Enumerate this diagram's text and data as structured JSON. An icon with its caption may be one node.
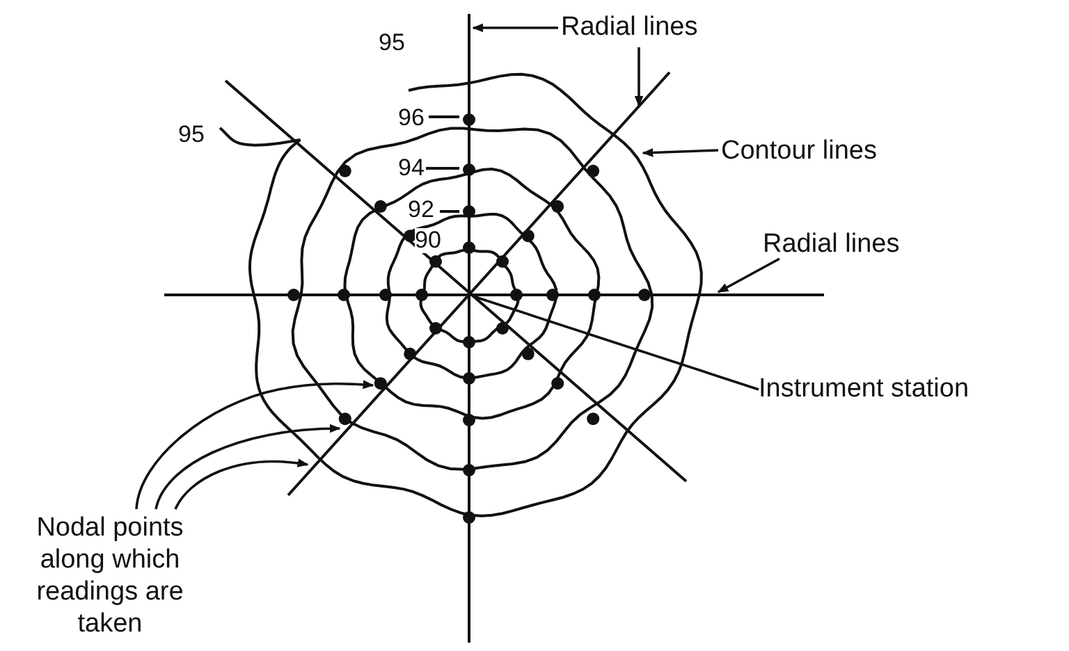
{
  "diagram": {
    "nodes": [
      {
        "text": [
          "Radial lines"
        ]
      },
      {
        "text": [
          "Contour lines"
        ]
      },
      {
        "text": [
          "Radial lines"
        ]
      },
      {
        "text": [
          "Instrument station"
        ]
      },
      {
        "text": [
          "Nodal points along which readings are taken"
        ]
      }
    ],
    "edges": [
      {
        "from": 0,
        "to": null,
        "arrow": "to"
      },
      {
        "from": 0,
        "to": null,
        "arrow": "to"
      },
      {
        "from": 1,
        "to": null,
        "arrow": "to"
      },
      {
        "from": 2,
        "to": null,
        "arrow": "to"
      },
      {
        "from": 3,
        "to": null,
        "arrow": "none"
      },
      {
        "from": 4,
        "to": null,
        "arrow": "to"
      },
      {
        "from": 4,
        "to": null,
        "arrow": "to"
      },
      {
        "from": 4,
        "to": null,
        "arrow": "to"
      }
    ],
    "labels": [
      "95",
      "96",
      "95",
      "94",
      "92",
      "90"
    ]
  }
}
